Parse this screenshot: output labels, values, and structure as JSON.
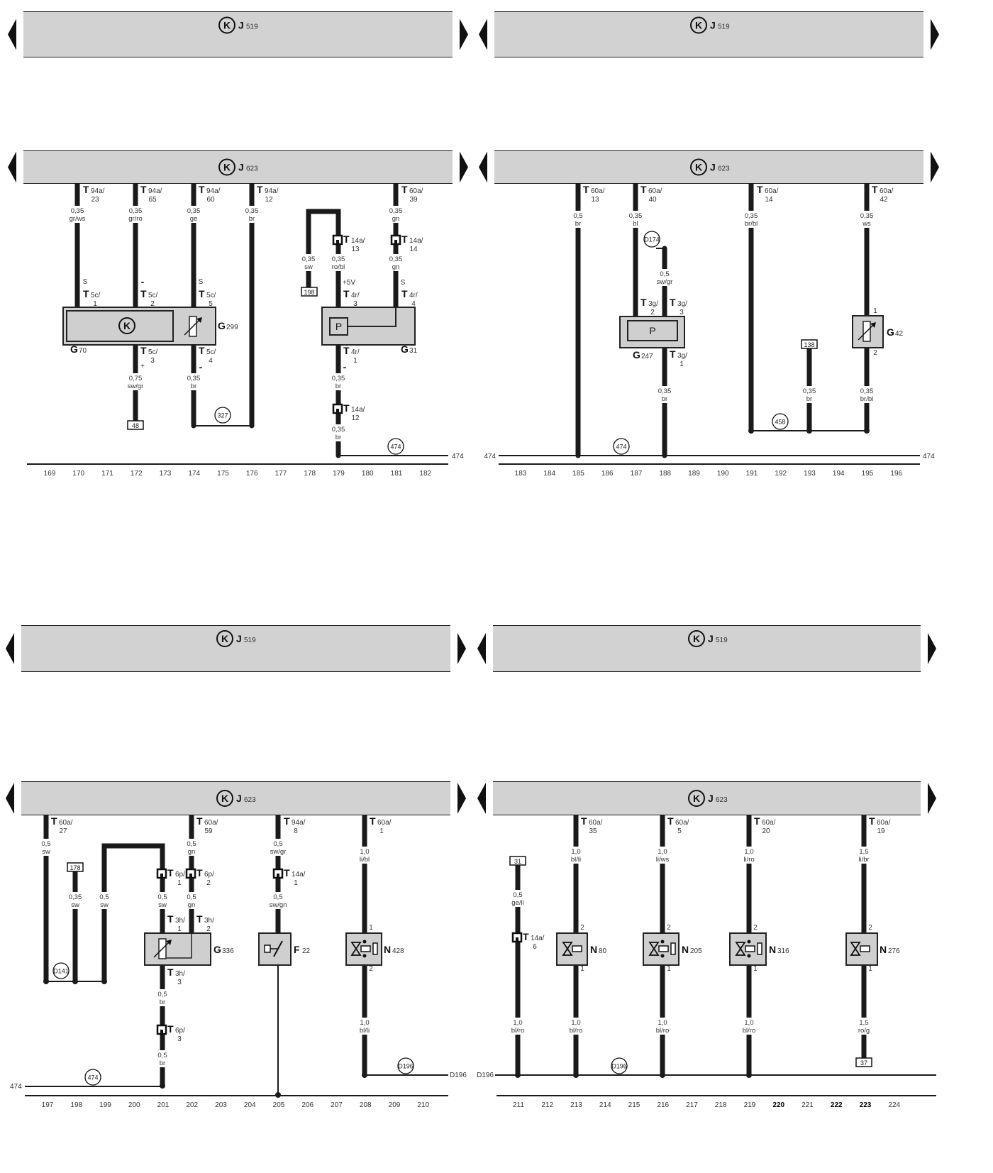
{
  "ecu_symbol": "K",
  "pressure_symbol": "P",
  "panels": [
    {
      "top_bar": {
        "letter": "J",
        "num": "519"
      },
      "ecu_bar": {
        "letter": "J",
        "num": "623"
      },
      "connectors": [
        {
          "ref": "T",
          "sub": "94a/",
          "pin": "23"
        },
        {
          "ref": "T",
          "sub": "94a/",
          "pin": "65"
        },
        {
          "ref": "T",
          "sub": "94a/",
          "pin": "60"
        },
        {
          "ref": "T",
          "sub": "94a/",
          "pin": "12"
        },
        {
          "ref": "T",
          "sub": "60a/",
          "pin": "39"
        },
        {
          "ref": "T",
          "sub": "5c/",
          "pin": "1"
        },
        {
          "ref": "T",
          "sub": "5c/",
          "pin": "2"
        },
        {
          "ref": "T",
          "sub": "5c/",
          "pin": "5"
        },
        {
          "ref": "T",
          "sub": "5c/",
          "pin": "3"
        },
        {
          "ref": "T",
          "sub": "5c/",
          "pin": "4"
        },
        {
          "ref": "T",
          "sub": "14a/",
          "pin": "13"
        },
        {
          "ref": "T",
          "sub": "14a/",
          "pin": "14"
        },
        {
          "ref": "T",
          "sub": "4r/",
          "pin": "3"
        },
        {
          "ref": "T",
          "sub": "4r/",
          "pin": "4"
        },
        {
          "ref": "T",
          "sub": "4r/",
          "pin": "1"
        },
        {
          "ref": "T",
          "sub": "14a/",
          "pin": "12"
        }
      ],
      "wires": [
        {
          "size": "0,35",
          "color": "gr/ws"
        },
        {
          "size": "0,35",
          "color": "gr/ro"
        },
        {
          "size": "0,35",
          "color": "ge"
        },
        {
          "size": "0,35",
          "color": "br"
        },
        {
          "size": "0,35",
          "color": "gn"
        },
        {
          "size": "0,35",
          "color": "sw"
        },
        {
          "size": "0,35",
          "color": "ro/bl"
        },
        {
          "size": "0,35",
          "color": "gn"
        },
        {
          "size": "0,75",
          "color": "sw/gr"
        },
        {
          "size": "0,35",
          "color": "br"
        },
        {
          "size": "0,35",
          "color": "br"
        },
        {
          "size": "0,35",
          "color": "br"
        }
      ],
      "signals": [
        "S",
        "-",
        "S",
        "+",
        "-",
        "+5V",
        "S",
        "-"
      ],
      "components": [
        {
          "letter": "G",
          "num": "70"
        },
        {
          "letter": "G",
          "num": "299"
        },
        {
          "letter": "G",
          "num": "31"
        }
      ],
      "pins": [],
      "box_refs": [
        "48",
        "198"
      ],
      "circle_refs": [
        "327",
        "474"
      ],
      "ground_labels": [
        "474"
      ],
      "columns": [
        "169",
        "170",
        "171",
        "172",
        "173",
        "174",
        "175",
        "176",
        "177",
        "178",
        "179",
        "180",
        "181",
        "182"
      ]
    },
    {
      "top_bar": {
        "letter": "J",
        "num": "519"
      },
      "ecu_bar": {
        "letter": "J",
        "num": "623"
      },
      "connectors": [
        {
          "ref": "T",
          "sub": "60a/",
          "pin": "13"
        },
        {
          "ref": "T",
          "sub": "60a/",
          "pin": "40"
        },
        {
          "ref": "T",
          "sub": "60a/",
          "pin": "14"
        },
        {
          "ref": "T",
          "sub": "60a/",
          "pin": "42"
        },
        {
          "ref": "T",
          "sub": "3g/",
          "pin": "2"
        },
        {
          "ref": "T",
          "sub": "3g/",
          "pin": "3"
        },
        {
          "ref": "T",
          "sub": "3g/",
          "pin": "1"
        }
      ],
      "wires": [
        {
          "size": "0,5",
          "color": "br"
        },
        {
          "size": "0,35",
          "color": "bl"
        },
        {
          "size": "0,35",
          "color": "br/bl"
        },
        {
          "size": "0,35",
          "color": "ws"
        },
        {
          "size": "0,5",
          "color": "sw/gr"
        },
        {
          "size": "0,35",
          "color": "br"
        },
        {
          "size": "0,35",
          "color": "br"
        },
        {
          "size": "0,35",
          "color": "br/bl"
        }
      ],
      "signals": [],
      "components": [
        {
          "letter": "G",
          "num": "247"
        },
        {
          "letter": "G",
          "num": "42"
        }
      ],
      "pins": [
        "1",
        "2"
      ],
      "box_refs": [
        "138"
      ],
      "circle_refs": [
        "D174",
        "458",
        "474"
      ],
      "ground_labels": [
        "474",
        "474"
      ],
      "columns": [
        "183",
        "184",
        "185",
        "186",
        "187",
        "188",
        "189",
        "190",
        "191",
        "192",
        "193",
        "194",
        "195",
        "196"
      ]
    },
    {
      "top_bar": {
        "letter": "J",
        "num": "519"
      },
      "ecu_bar": {
        "letter": "J",
        "num": "623"
      },
      "connectors": [
        {
          "ref": "T",
          "sub": "60a/",
          "pin": "27"
        },
        {
          "ref": "T",
          "sub": "60a/",
          "pin": "59"
        },
        {
          "ref": "T",
          "sub": "94a/",
          "pin": "8"
        },
        {
          "ref": "T",
          "sub": "60a/",
          "pin": "1"
        },
        {
          "ref": "T",
          "sub": "6p/",
          "pin": "1"
        },
        {
          "ref": "T",
          "sub": "6p/",
          "pin": "2"
        },
        {
          "ref": "T",
          "sub": "14a/",
          "pin": "1"
        },
        {
          "ref": "T",
          "sub": "3h/",
          "pin": "1"
        },
        {
          "ref": "T",
          "sub": "3h/",
          "pin": "2"
        },
        {
          "ref": "T",
          "sub": "3h/",
          "pin": "3"
        },
        {
          "ref": "T",
          "sub": "6p/",
          "pin": "3"
        }
      ],
      "wires": [
        {
          "size": "0,5",
          "color": "sw"
        },
        {
          "size": "0,5",
          "color": "gn"
        },
        {
          "size": "0,5",
          "color": "sw/gr"
        },
        {
          "size": "1,0",
          "color": "li/bl"
        },
        {
          "size": "0,35",
          "color": "sw"
        },
        {
          "size": "0,5",
          "color": "sw"
        },
        {
          "size": "0,5",
          "color": "sw"
        },
        {
          "size": "0,5",
          "color": "gn"
        },
        {
          "size": "0,5",
          "color": "sw/gn"
        },
        {
          "size": "0,5",
          "color": "br"
        },
        {
          "size": "0,5",
          "color": "br"
        },
        {
          "size": "1,0",
          "color": "bl/li"
        }
      ],
      "signals": [],
      "components": [
        {
          "letter": "G",
          "num": "336"
        },
        {
          "letter": "F",
          "num": "22"
        },
        {
          "letter": "N",
          "num": "428"
        }
      ],
      "pins": [
        "1",
        "2"
      ],
      "box_refs": [
        "178"
      ],
      "circle_refs": [
        "D141",
        "474",
        "D196"
      ],
      "ground_labels": [
        "474",
        "D196"
      ],
      "columns": [
        "197",
        "198",
        "199",
        "200",
        "201",
        "202",
        "203",
        "204",
        "205",
        "206",
        "207",
        "208",
        "209",
        "210"
      ]
    },
    {
      "top_bar": {
        "letter": "J",
        "num": "519"
      },
      "ecu_bar": {
        "letter": "J",
        "num": "623"
      },
      "connectors": [
        {
          "ref": "T",
          "sub": "60a/",
          "pin": "35"
        },
        {
          "ref": "T",
          "sub": "60a/",
          "pin": "5"
        },
        {
          "ref": "T",
          "sub": "60a/",
          "pin": "20"
        },
        {
          "ref": "T",
          "sub": "60a/",
          "pin": "19"
        },
        {
          "ref": "T",
          "sub": "14a/",
          "pin": "6"
        }
      ],
      "wires": [
        {
          "size": "1,0",
          "color": "bl/li"
        },
        {
          "size": "1,0",
          "color": "li/ws"
        },
        {
          "size": "1,0",
          "color": "li/ro"
        },
        {
          "size": "1,5",
          "color": "li/br"
        },
        {
          "size": "0,5",
          "color": "ge/li"
        },
        {
          "size": "1,0",
          "color": "bl/ro"
        },
        {
          "size": "1,0",
          "color": "bl/ro"
        },
        {
          "size": "1,0",
          "color": "bl/ro"
        },
        {
          "size": "1,0",
          "color": "bl/ro"
        },
        {
          "size": "1,5",
          "color": "ro/g"
        }
      ],
      "signals": [],
      "components": [
        {
          "letter": "N",
          "num": "80"
        },
        {
          "letter": "N",
          "num": "205"
        },
        {
          "letter": "N",
          "num": "316"
        },
        {
          "letter": "N",
          "num": "276"
        }
      ],
      "pins": [
        "2",
        "1",
        "2",
        "1",
        "2",
        "1",
        "2",
        "1"
      ],
      "box_refs": [
        "31",
        "37"
      ],
      "circle_refs": [
        "D196"
      ],
      "ground_labels": [
        "D196"
      ],
      "columns": [
        "211",
        "212",
        "213",
        "214",
        "215",
        "216",
        "217",
        "218",
        "219",
        "220",
        "221",
        "222",
        "223",
        "224"
      ],
      "bold_columns": [
        "220",
        "222",
        "223"
      ]
    }
  ]
}
